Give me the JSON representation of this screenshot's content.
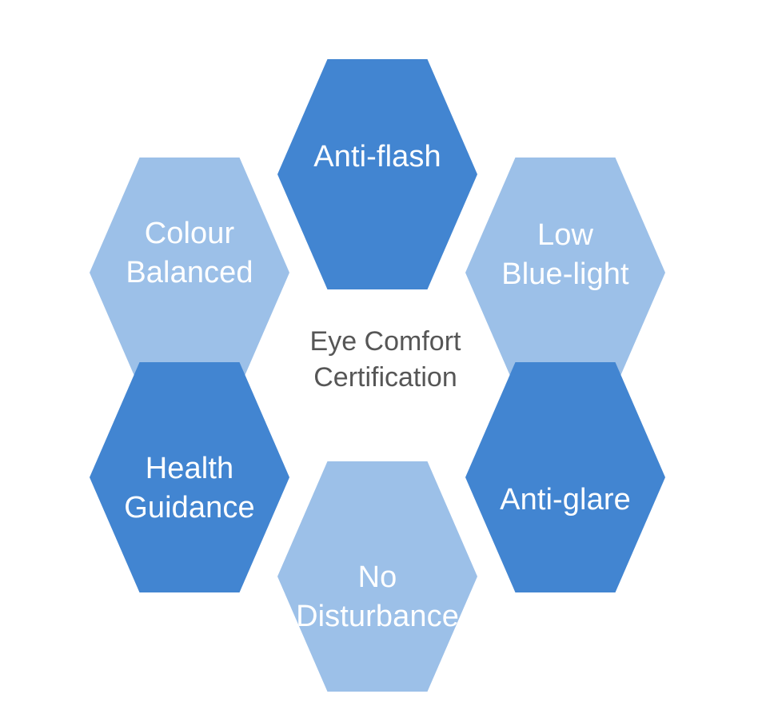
{
  "diagram": {
    "type": "hexagon-honeycomb",
    "title": "Eye Comfort Certification",
    "center": {
      "text": "Eye Comfort\nCertification",
      "color": "#565656"
    },
    "colors": {
      "accent_dark": "#4285d1",
      "accent_light": "#9cc0e8",
      "label_text": "#ffffff",
      "center_text": "#565656",
      "background": "#ffffff"
    },
    "cells": [
      {
        "id": "anti-flash",
        "label": "Anti-flash",
        "position": "top",
        "shade": "dark",
        "color": "#4285d1"
      },
      {
        "id": "colour-balanced",
        "label": "Colour\nBalanced",
        "position": "top-left",
        "shade": "light",
        "color": "#9cc0e8"
      },
      {
        "id": "low-blue-light",
        "label": "Low\nBlue-light",
        "position": "top-right",
        "shade": "light",
        "color": "#9cc0e8"
      },
      {
        "id": "health-guidance",
        "label": "Health\nGuidance",
        "position": "bottom-left",
        "shade": "dark",
        "color": "#4285d1"
      },
      {
        "id": "anti-glare",
        "label": "Anti-glare",
        "position": "bottom-right",
        "shade": "dark",
        "color": "#4285d1"
      },
      {
        "id": "no-disturbance",
        "label": "No\nDisturbance",
        "position": "bottom",
        "shade": "light",
        "color": "#9cc0e8"
      }
    ]
  }
}
